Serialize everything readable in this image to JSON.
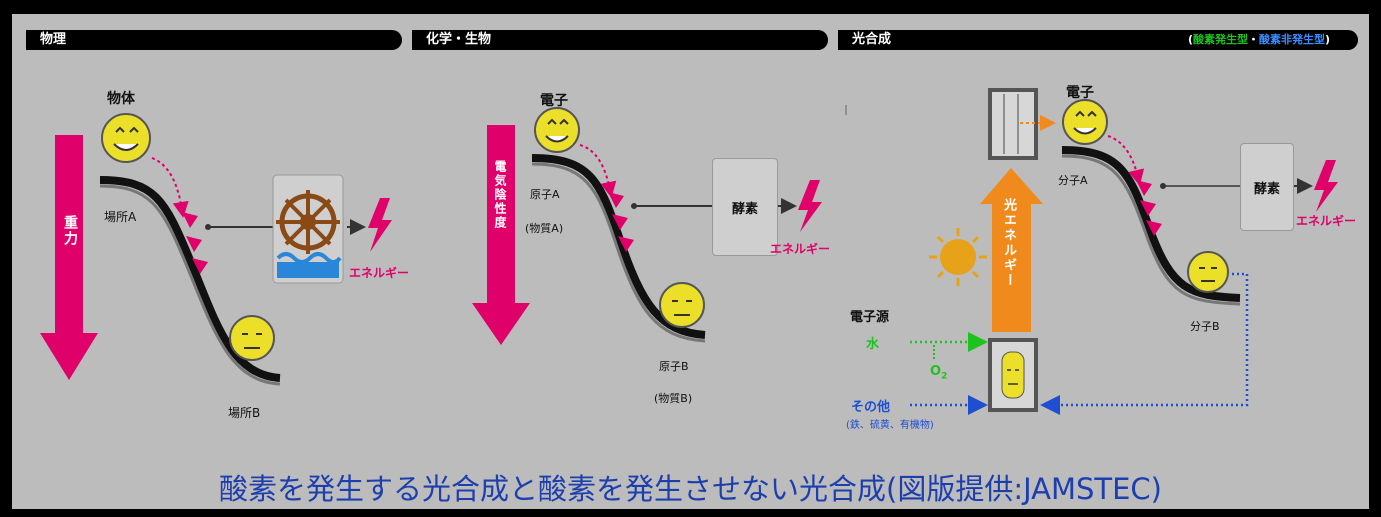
{
  "sections": {
    "physics": {
      "title": "物理"
    },
    "chem_bio": {
      "title": "化学・生物"
    },
    "photo": {
      "title": "光合成",
      "subtitle_open": "(",
      "subtitle_green": "酸素発生型",
      "subtitle_sep": "・",
      "subtitle_blue": "酸素非発生型",
      "subtitle_close": ")"
    }
  },
  "physics": {
    "object": "物体",
    "place_a": "場所A",
    "place_b": "場所B",
    "force": "重力",
    "energy": "エネルギー"
  },
  "chem": {
    "electron": "電子",
    "atom_a": "原子A",
    "substance_a": "(物質A)",
    "atom_b": "原子B",
    "substance_b": "(物質B)",
    "axis": "電気陰性度",
    "enzyme": "酵素",
    "energy": "エネルギー"
  },
  "photo": {
    "electron": "電子",
    "molecule_a": "分子A",
    "molecule_b": "分子B",
    "enzyme": "酵素",
    "energy": "エネルギー",
    "light_energy": "光エネルギー",
    "electron_source": "電子源",
    "water": "水",
    "o2": "O",
    "o2_sub": "2",
    "other": "その他",
    "other_detail": "(鉄、硫黄、有機物)"
  },
  "caption": "酸素を発生する光合成と酸素を発生させない光合成(図版提供:JAMSTEC)",
  "colors": {
    "magenta": "#e0006a",
    "orange": "#f08a1c",
    "green": "#1ec21e",
    "blue": "#1d4fd0",
    "yellow": "#ecdf2a"
  }
}
